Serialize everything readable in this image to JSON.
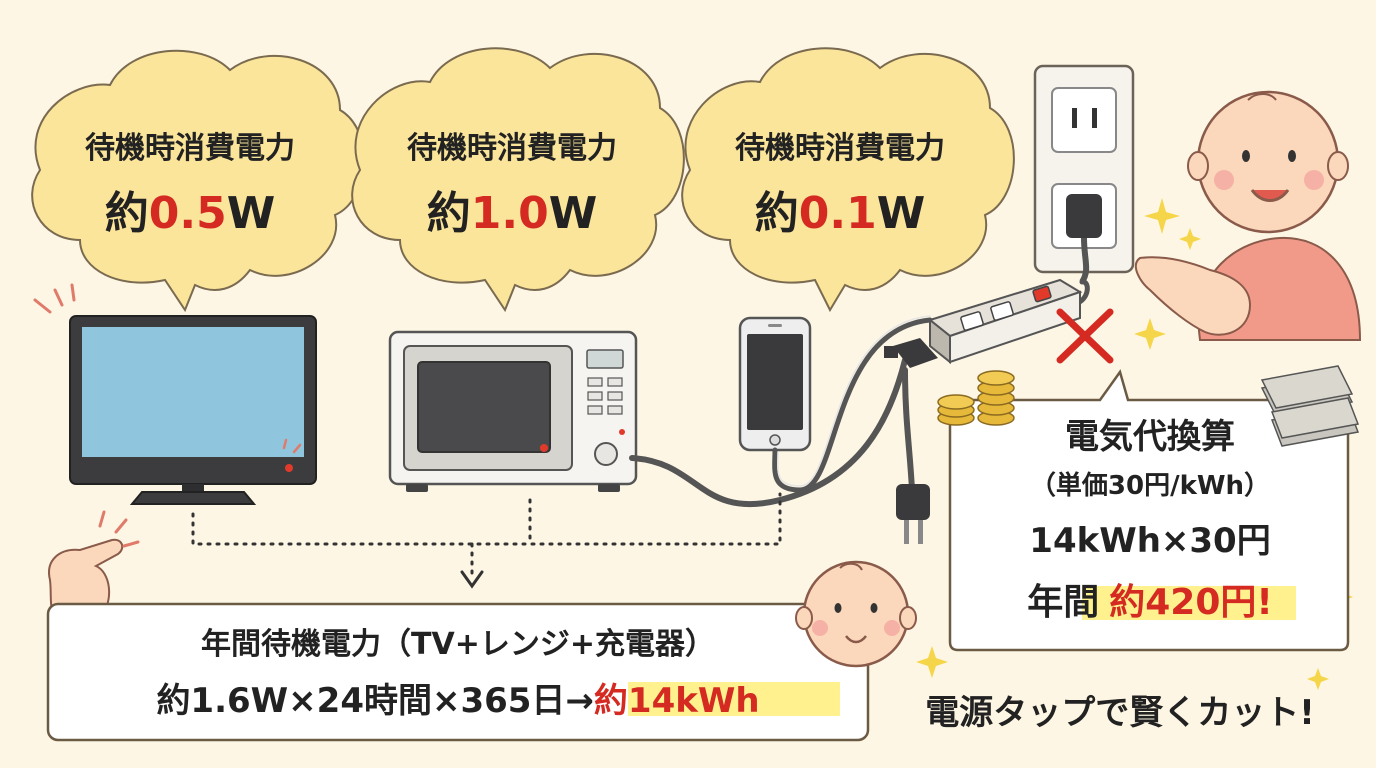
{
  "colors": {
    "background": "#fdf6e4",
    "bubble_fill": "#fbe59a",
    "accent_red": "#d42a22",
    "highlight_yellow": "#fff07a",
    "outline": "#6b5a44"
  },
  "bubbles": [
    {
      "title": "待機時消費電力",
      "prefix": "約",
      "value": "0.5",
      "unit": "W"
    },
    {
      "title": "待機時消費電力",
      "prefix": "約",
      "value": "1.0",
      "unit": "W"
    },
    {
      "title": "待機時消費電力",
      "prefix": "約",
      "value": "0.1",
      "unit": "W"
    }
  ],
  "annual_box": {
    "line1": "年間待機電力（TV+レンジ+充電器）",
    "line2_prefix": "約1.6W×24時間×365日→",
    "line2_result": "約14kWh"
  },
  "cost_box": {
    "title": "電気代換算",
    "subtitle": "（単価30円/kWh）",
    "formula": "14kWh×30円",
    "result_prefix": "年間",
    "result_value": "約420円!"
  },
  "tagline": "電源タップで賢くカット!",
  "icons": [
    "tv-icon",
    "microwave-icon",
    "smartphone-icon",
    "power-strip-icon",
    "wall-outlet-icon",
    "baby-face-icon",
    "pointing-hand-icon",
    "coin-stack-icon",
    "banknote-stack-icon",
    "sparkle-icon",
    "red-x-icon",
    "down-arrow-icon"
  ]
}
